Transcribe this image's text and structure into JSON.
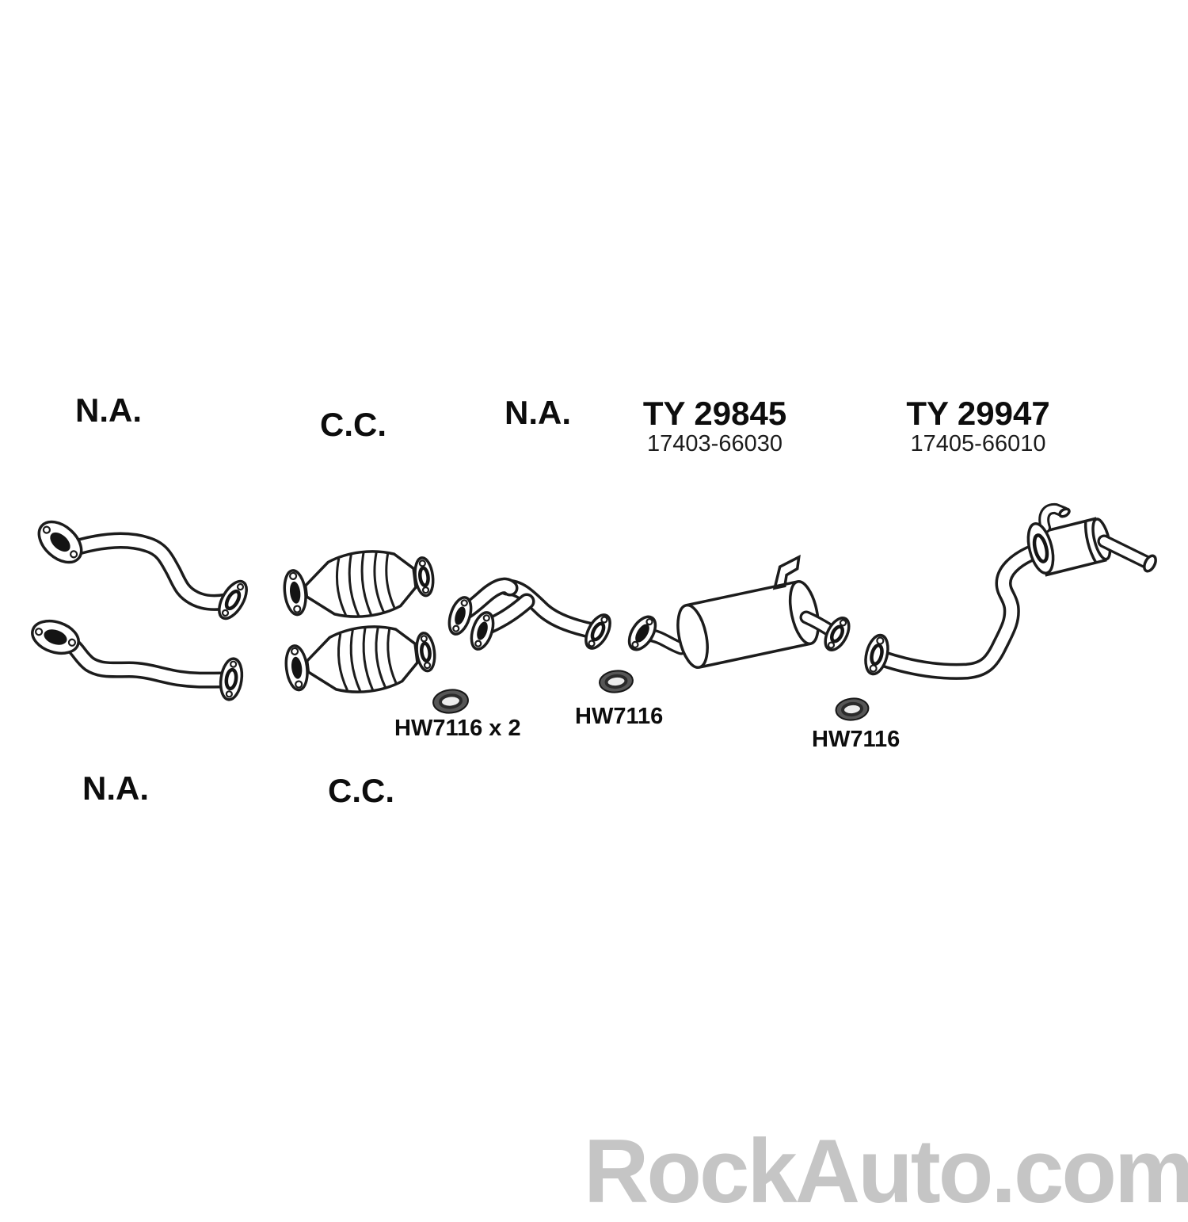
{
  "watermark": "RockAuto.com",
  "parts": {
    "front_pipes": {
      "label_top": "N.A.",
      "label_bottom": "N.A."
    },
    "catalytic_converters": {
      "label_top": "C.C.",
      "label_bottom": "C.C."
    },
    "y_pipe": {
      "label": "N.A."
    },
    "center_muffler": {
      "part_number": "TY 29845",
      "oem_number": "17403-66030"
    },
    "rear_exhaust": {
      "part_number": "TY 29947",
      "oem_number": "17405-66010"
    },
    "gaskets": {
      "front": {
        "label": "HW7116 x 2"
      },
      "center": {
        "label": "HW7116"
      },
      "rear": {
        "label": "HW7116"
      }
    }
  }
}
